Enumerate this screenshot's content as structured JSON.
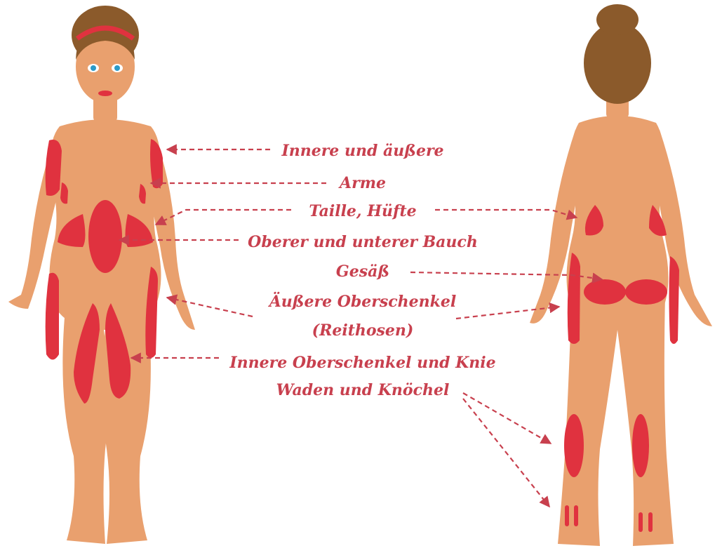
{
  "labels": {
    "l1": "Innere und äußere",
    "l2": "Arme",
    "l3": "Taille, Hüfte",
    "l4": "Oberer und unterer Bauch",
    "l5": "Gesäß",
    "l6": "Äußere Oberschenkel",
    "l7": "(Reithosen)",
    "l8": "Innere Oberschenkel und Knie",
    "l9": "Waden und Knöchel"
  },
  "colors": {
    "accent": "#c8404e",
    "zone": "#e0323f",
    "skin": "#e9a06e",
    "hair": "#8b5a2b"
  }
}
